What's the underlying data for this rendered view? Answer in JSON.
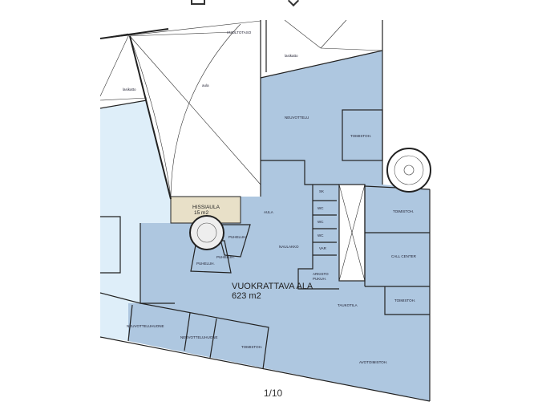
{
  "viewer": {
    "page_indicator": "1/10",
    "icons": [
      "edit-icon",
      "tag-icon"
    ]
  },
  "floorplan": {
    "colors": {
      "rentable": "#aec7e0",
      "other_tenant": "#deeef9",
      "lobby": "#e8e0c8"
    },
    "rentable_area_label": "VUOKRATTAVA ALA",
    "rentable_area_value": "623 m2",
    "lobby_label": "HISSIAULA",
    "lobby_area": "15 m2",
    "rooms": {
      "huoltotaso": "HUOLTOTASO",
      "lasikatto_1": "lasikatto",
      "lasikatto_2": "lasikatto",
      "aula_upper": "aula",
      "neuvottelu": "NEUVOTTELU",
      "toimisto_1": "TOIMISTOH.",
      "aula": "AULA",
      "naulakko": "NAULAKKO",
      "puhelu_1": "PUHELUH.",
      "puhelu_2": "PUHELUH.",
      "puhelu_3": "PUHELUH.",
      "toimisto_2": "TOIMISTOH.",
      "call_center": "CALL CENTER",
      "arkisto": "ARKISTO",
      "arkisto_2": "PUKUH.",
      "taukotila": "TAUKOTILA",
      "toimisto_3": "TOIMISTOH.",
      "neuvotteluhuone_1": "NEUVOTTELUHUONE",
      "neuvotteluhuone_2": "NEUVOTTELUHUONE",
      "toimisto_4": "TOIMISTOH.",
      "avotoimisto": "AVOTOIMISTOH.",
      "wc_1": "WC",
      "wc_2": "WC",
      "wc_3": "WC",
      "var": "VAR",
      "sk": "SK"
    }
  }
}
